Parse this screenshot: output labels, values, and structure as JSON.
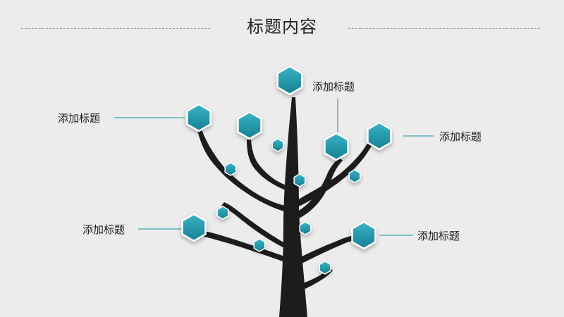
{
  "title": "标题内容",
  "labels": [
    "添加标题",
    "添加标题",
    "添加标题",
    "添加标题",
    "添加标题"
  ],
  "colors": {
    "background": "#ececec",
    "trunk": "#1c1c1c",
    "hex_fill": "#1e96aa",
    "connector": "#3aa6b4"
  }
}
